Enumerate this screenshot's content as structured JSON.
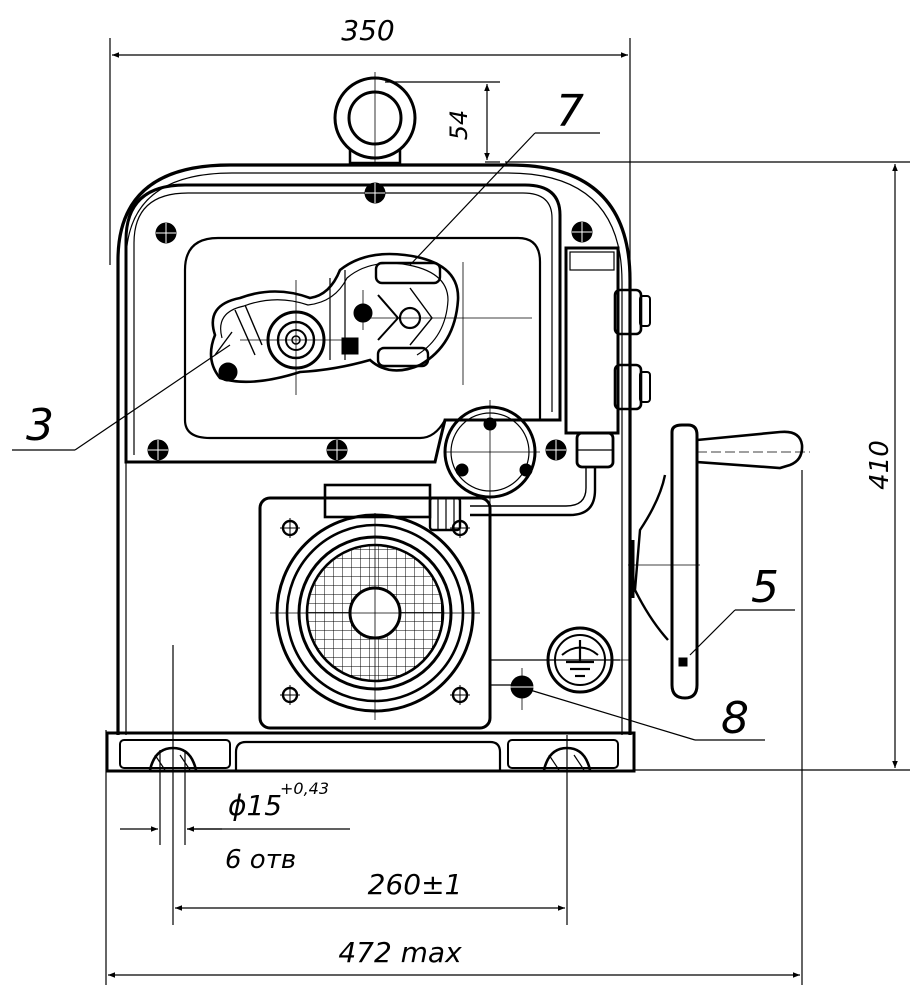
{
  "drawing": {
    "dimensions": {
      "top_width": "350",
      "eye_height": "54",
      "overall_height": "410",
      "hole_diameter_base": "ϕ15",
      "hole_tolerance": "+0,43",
      "hole_count": "6 отв",
      "bolt_spacing": "260±1",
      "overall_width": "472 max"
    },
    "callouts": {
      "c3": "3",
      "c5": "5",
      "c7": "7",
      "c8": "8"
    }
  }
}
